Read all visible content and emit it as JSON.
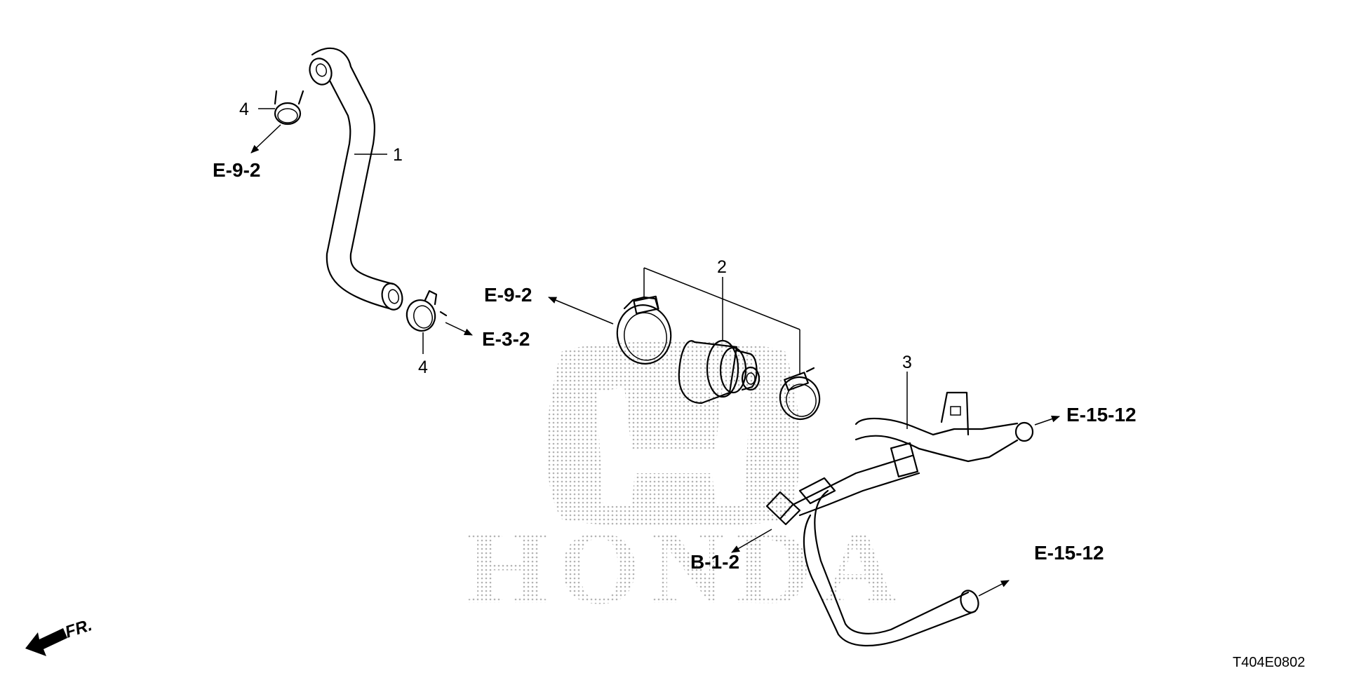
{
  "diagram": {
    "watermark": {
      "brand_text": "HONDA"
    },
    "parts": [
      {
        "number": "1",
        "name": "breather-tube"
      },
      {
        "number": "2",
        "name": "pcv-valve-assembly"
      },
      {
        "number": "3",
        "name": "water-pipe"
      },
      {
        "number": "4",
        "name": "hose-clamp"
      }
    ],
    "labels": {
      "part_1": "1",
      "part_2": "2",
      "part_3": "3",
      "part_4_top": "4",
      "part_4_bottom": "4"
    },
    "references": {
      "e92_top": "E-9-2",
      "e92_mid": "E-9-2",
      "e32": "E-3-2",
      "e1512_top": "E-15-12",
      "e1512_bottom": "E-15-12",
      "b12": "B-1-2"
    },
    "front_indicator": "FR.",
    "diagram_code": "T404E0802",
    "colors": {
      "line": "#000000",
      "background": "#ffffff",
      "watermark_dots": "#b3b3b3"
    }
  }
}
